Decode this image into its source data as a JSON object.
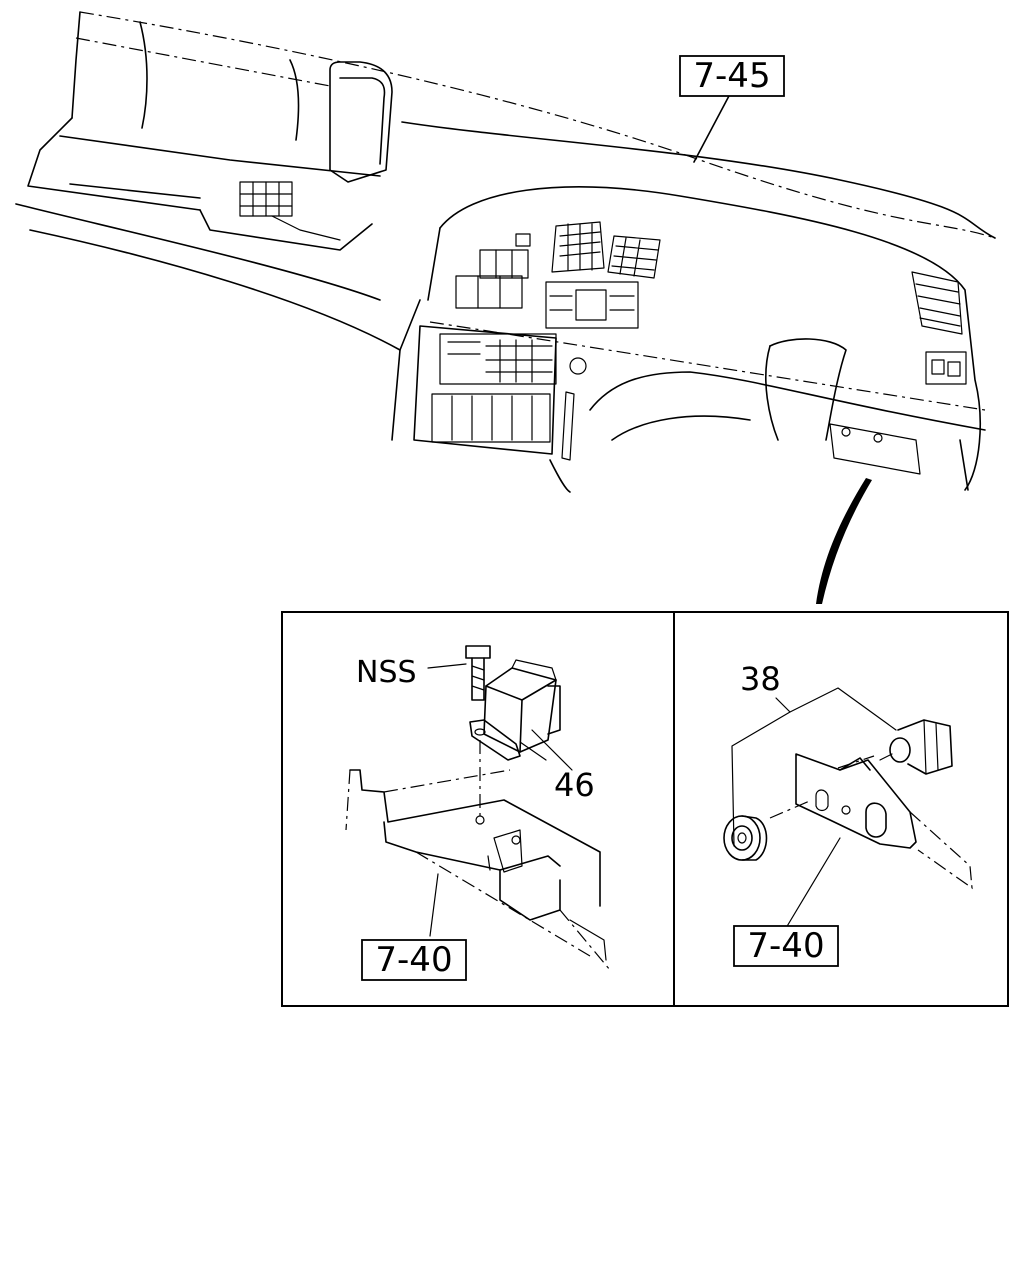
{
  "callouts": {
    "dashboard_ref": "7-45",
    "left_bracket_ref": "7-40",
    "right_bracket_ref": "7-40",
    "bolt_label": "NSS",
    "relay_label": "46",
    "switch_label": "38"
  }
}
